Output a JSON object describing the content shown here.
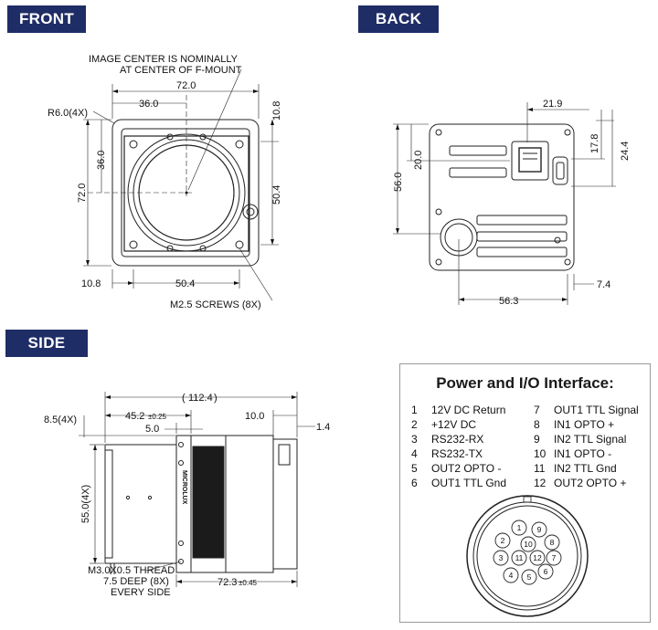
{
  "tabs": {
    "front": "FRONT",
    "back": "BACK",
    "side": "SIDE"
  },
  "front": {
    "note_line1": "IMAGE CENTER IS NOMINALLY",
    "note_line2": "AT CENTER OF F-MOUNT",
    "radius": "R6.0(4X)",
    "width_top": "72.0",
    "half_width": "36.0",
    "top_offset": "10.8",
    "half_height": "36.0",
    "height_left": "72.0",
    "right_span": "50.4",
    "bottom_offset": "10.8",
    "bottom_span": "50.4",
    "screws": "M2.5 SCREWS (8X)"
  },
  "back": {
    "connector_offset": "21.9",
    "usb_height": "17.8",
    "usb_span": "24.4",
    "upper_height": "20.0",
    "total_height": "56.0",
    "bottom_width": "56.3",
    "right_offset": "7.4"
  },
  "side": {
    "total_length": "112.4",
    "mount_length": "45.2",
    "mount_tol": "±0.25",
    "flange": "5.0",
    "rear_offset": "10.0",
    "rear_step": "1.4",
    "slot_depth": "8.5(4X)",
    "height": "55.0(4X)",
    "body_length": "72.3",
    "body_tol": "±0.45",
    "thread_line1": "M3.0X0.5 THREAD",
    "thread_line2": "7.5 DEEP (8X)",
    "thread_line3": "EVERY SIDE",
    "brand": "MICROLUX"
  },
  "io": {
    "title": "Power and I/O Interface:",
    "pins_left": [
      {
        "num": "1",
        "label": "12V DC Return"
      },
      {
        "num": "2",
        "label": "+12V DC"
      },
      {
        "num": "3",
        "label": "RS232-RX"
      },
      {
        "num": "4",
        "label": "RS232-TX"
      },
      {
        "num": "5",
        "label": "OUT2 OPTO -"
      },
      {
        "num": "6",
        "label": "OUT1 TTL Gnd"
      }
    ],
    "pins_right": [
      {
        "num": "7",
        "label": "OUT1 TTL Signal"
      },
      {
        "num": "8",
        "label": "IN1 OPTO +"
      },
      {
        "num": "9",
        "label": "IN2 TTL Signal"
      },
      {
        "num": "10",
        "label": "IN1 OPTO -"
      },
      {
        "num": "11",
        "label": "IN2 TTL Gnd"
      },
      {
        "num": "12",
        "label": "OUT2 OPTO +"
      }
    ],
    "connector_pins": [
      "1",
      "9",
      "2",
      "10",
      "8",
      "3",
      "11",
      "12",
      "7",
      "4",
      "5",
      "6"
    ]
  }
}
